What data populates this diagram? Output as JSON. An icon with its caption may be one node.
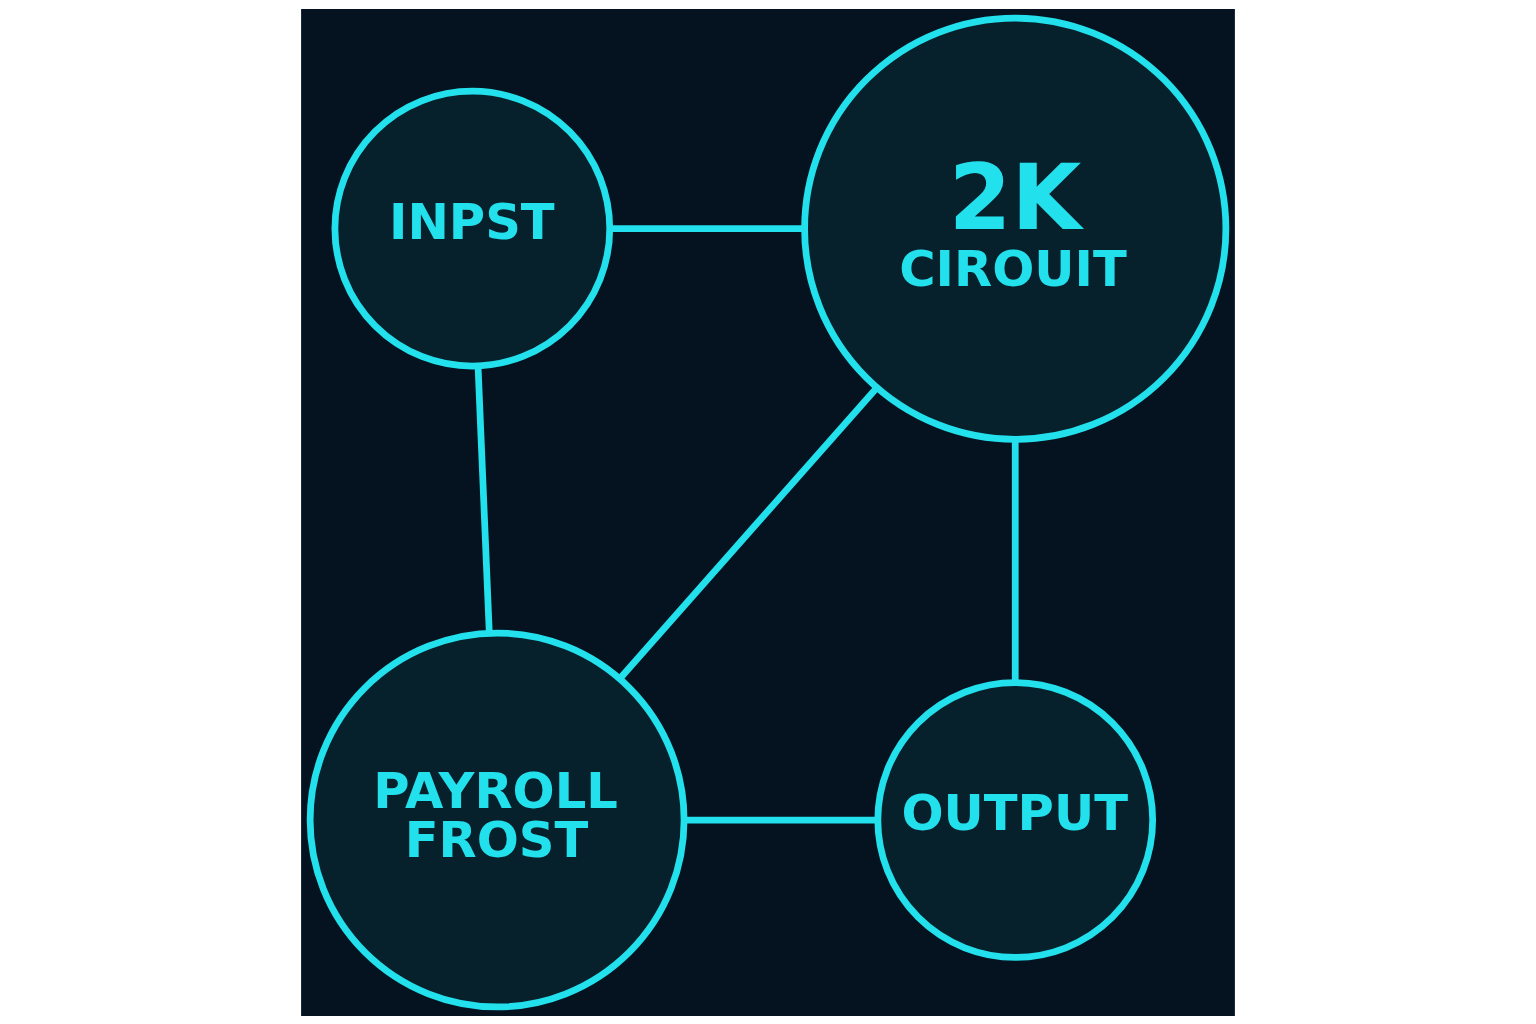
{
  "diagram": {
    "nodes": [
      {
        "text": [
          "INPST"
        ]
      },
      {
        "text": [
          "2K",
          "CIROUIT"
        ]
      },
      {
        "text": [
          "OUTPUT"
        ]
      },
      {
        "text": [
          "PAYROLL FROST"
        ]
      }
    ],
    "edges": [
      {
        "from": 0,
        "to": 1,
        "arrow": "none"
      },
      {
        "from": 1,
        "to": 2,
        "arrow": "none"
      },
      {
        "from": 1,
        "to": 3,
        "arrow": "none"
      },
      {
        "from": 0,
        "to": 3,
        "arrow": "none"
      },
      {
        "from": 3,
        "to": 2,
        "arrow": "none"
      }
    ]
  }
}
